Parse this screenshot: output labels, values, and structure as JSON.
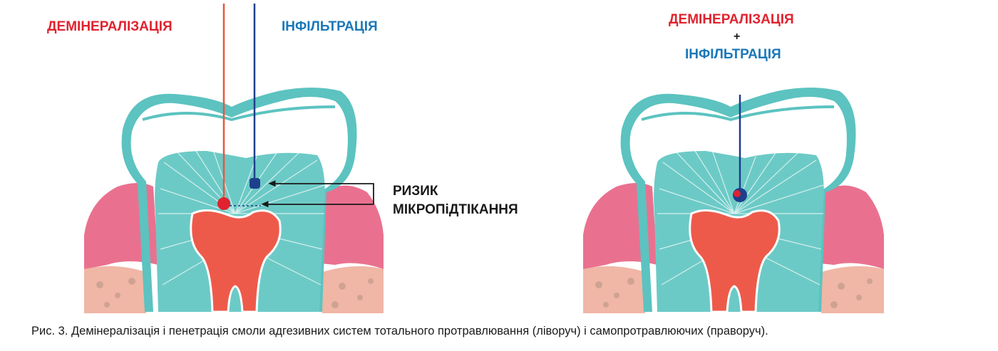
{
  "labels": {
    "demineralization": "ДЕМІНЕРАЛІЗАЦІЯ",
    "infiltration": "ІНФІЛЬТРАЦІЯ",
    "plus": "+",
    "risk_line1": "РИЗИК",
    "risk_line2": "МІКРОПіДТІКАННЯ"
  },
  "caption": "Рис. 3. Демінералізація і пенетрація смоли адгезивних систем тотального протравлювання (ліворуч) і самопротравлюючих (праворуч).",
  "colors": {
    "red_label": "#e0232f",
    "blue_label": "#1a78b8",
    "enamel_outline": "#5cc3c0",
    "dentin": "#6ccac6",
    "pulp": "#ee5a4a",
    "gum": "#e9718f",
    "bone": "#f0b6a6",
    "red_probe": "#e8563e",
    "blue_probe": "#1e3f8c"
  }
}
